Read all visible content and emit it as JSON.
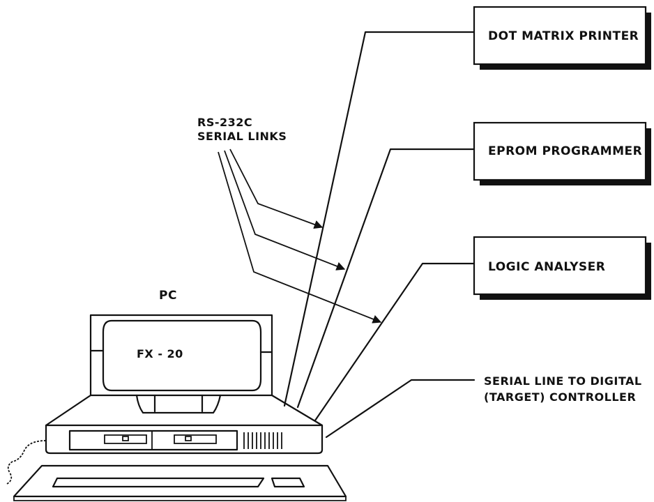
{
  "devices": [
    {
      "label": "DOT MATRIX PRINTER"
    },
    {
      "label": "EPROM PROGRAMMER"
    },
    {
      "label": "LOGIC ANALYSER"
    }
  ],
  "serial_links_label": [
    "RS-232C",
    "SERIAL LINKS"
  ],
  "pc_label": "PC",
  "screen_label": "FX - 20",
  "target_label": [
    "SERIAL LINE TO DIGITAL",
    "(TARGET) CONTROLLER"
  ]
}
